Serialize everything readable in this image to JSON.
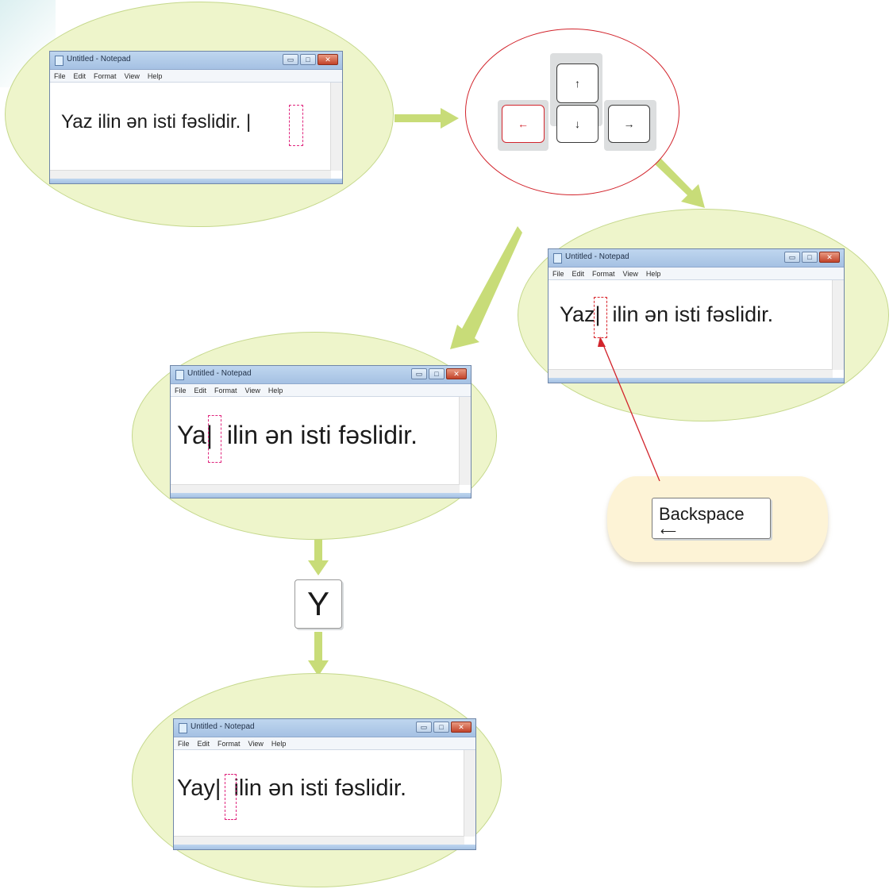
{
  "notepad": {
    "title": "Untitled - Notepad",
    "menu": [
      "File",
      "Edit",
      "Format",
      "View",
      "Help"
    ],
    "controls": {
      "minimize": "▭",
      "maximize": "□",
      "close": "✕"
    }
  },
  "steps": [
    {
      "text": "Yaz ilin ən isti fəslidir. |"
    },
    {
      "text": "Yaz|  ilin ən isti fəslidir."
    },
    {
      "text": "Ya|  ilin ən isti fəslidir."
    },
    {
      "text": "Yay|  ilin ən isti fəslidir."
    }
  ],
  "arrow_keys": {
    "up": "↑",
    "left": "←",
    "down": "↓",
    "right": "→",
    "active": "left"
  },
  "backspace_key": {
    "label": "Backspace",
    "arrow": "⟵"
  },
  "y_key": {
    "label": "Y"
  },
  "colors": {
    "ellipse_fill": "#eef5cb",
    "ellipse_border": "#c5d88c",
    "flow_arrow": "#c8dc78",
    "highlight_red": "#d2242c",
    "caret_box": "#e0267e"
  }
}
